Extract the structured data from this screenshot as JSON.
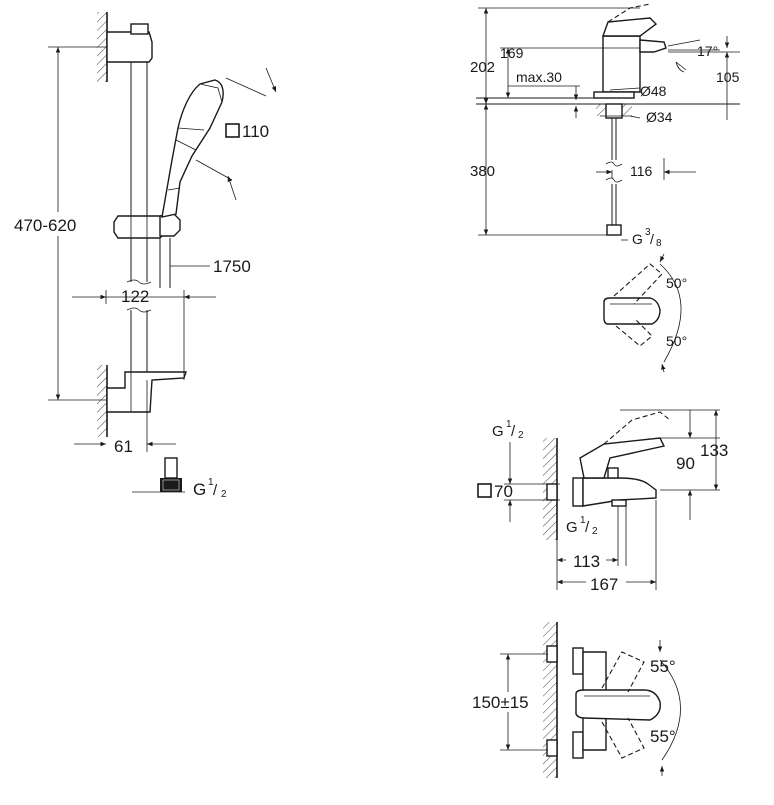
{
  "shower_rail": {
    "rail_height": "470-620",
    "head_size": "110",
    "hose_length": "1750",
    "slider_offset": "122",
    "wall_offset": "61",
    "connection": "G",
    "connection_frac_num": "1",
    "connection_frac_den": "2"
  },
  "basin_mixer": {
    "total_height": "202",
    "spout_height": "169",
    "max_deck": "max.30",
    "lever_angle": "17°",
    "spout_reach_v": "105",
    "base_dia": "Ø48",
    "hole_dia": "Ø34",
    "hose_length": "380",
    "reach": "116",
    "connection": "G",
    "connection_frac_num": "3",
    "connection_frac_den": "8",
    "rotate_up": "50°",
    "rotate_down": "50°"
  },
  "bath_mixer": {
    "inlet_top": "G",
    "inlet_top_num": "1",
    "inlet_top_den": "2",
    "rosette": "70",
    "height_spout": "90",
    "height_total": "133",
    "inlet_bottom": "G",
    "inlet_bottom_num": "1",
    "inlet_bottom_den": "2",
    "spout_reach": "113",
    "total_reach": "167",
    "centres": "150±15",
    "rotate_up": "55°",
    "rotate_down": "55°"
  }
}
